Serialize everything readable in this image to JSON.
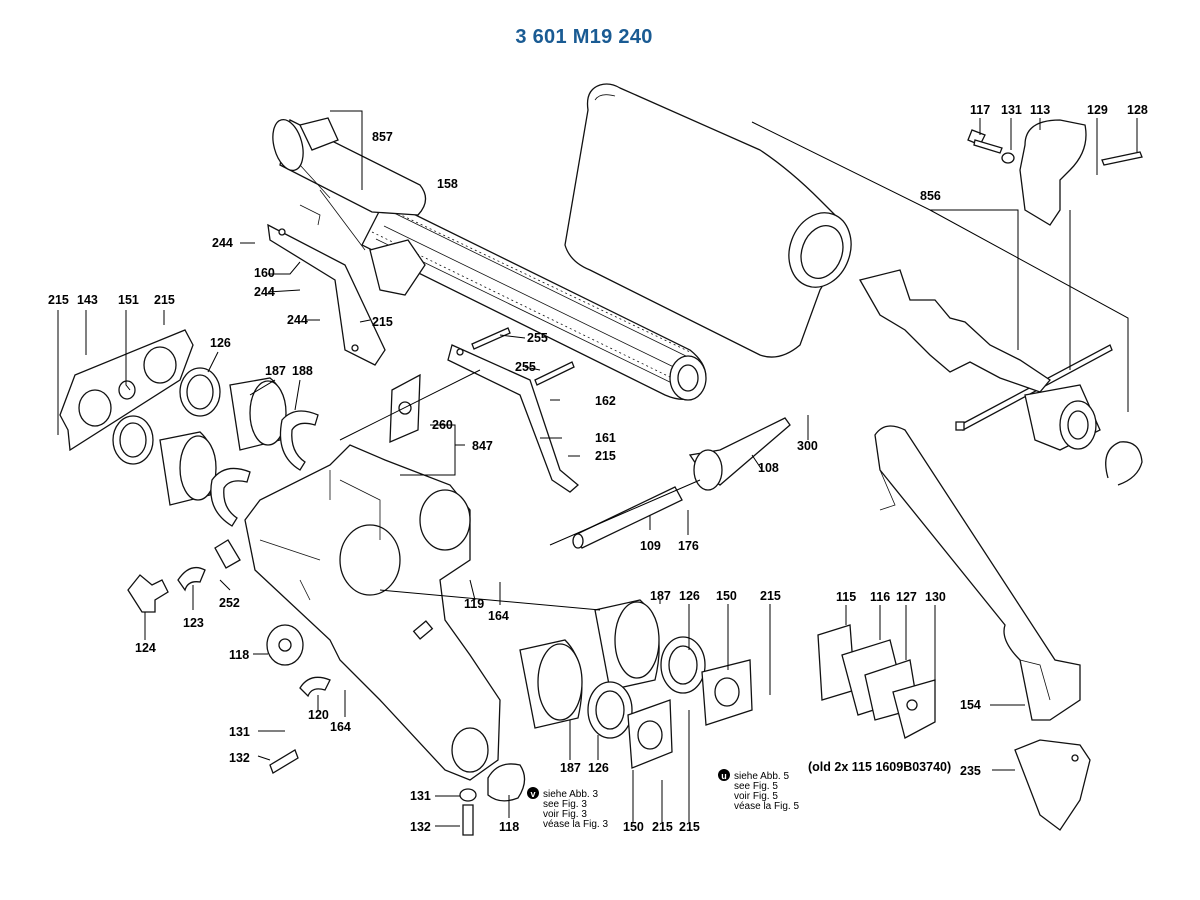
{
  "header": {
    "title": "3 601 M19 240"
  },
  "labels": {
    "l857": "857",
    "l158": "158",
    "l244a": "244",
    "l160": "160",
    "l244b": "244",
    "l244c": "244",
    "l215a": "215",
    "l215b": "215",
    "l143": "143",
    "l151": "151",
    "l215c": "215",
    "l126a": "126",
    "l187a": "187",
    "l188": "188",
    "l255a": "255",
    "l255b": "255",
    "l162": "162",
    "l161": "161",
    "l215d": "215",
    "l260": "260",
    "l847": "847",
    "l300": "300",
    "l108": "108",
    "l109": "109",
    "l176": "176",
    "l252": "252",
    "l123": "123",
    "l124": "124",
    "l119": "119",
    "l164a": "164",
    "l187b": "187",
    "l126b": "126",
    "l150a": "150",
    "l215e": "215",
    "l118a": "118",
    "l120": "120",
    "l164b": "164",
    "l131a": "131",
    "l132a": "132",
    "l187c": "187",
    "l126c": "126",
    "l131b": "131",
    "l132b": "132",
    "l118b": "118",
    "l150b": "150",
    "l215f": "215",
    "l215g": "215",
    "l115": "115",
    "l116": "116",
    "l127": "127",
    "l130": "130",
    "l154": "154",
    "l235": "235",
    "l117": "117",
    "l131c": "131",
    "l113": "113",
    "l129": "129",
    "l128": "128",
    "l856": "856"
  },
  "notes": {
    "old_part": "(old 2x 115 1609B03740)",
    "fig3_marker": "v",
    "fig3_lines": [
      "siehe Abb. 3",
      "see Fig. 3",
      "voir Fig. 3",
      "véase la Fig. 3"
    ],
    "fig5_marker": "u",
    "fig5_lines": [
      "siehe Abb. 5",
      "see Fig. 5",
      "voir Fig. 5",
      "véase la Fig. 5"
    ]
  }
}
